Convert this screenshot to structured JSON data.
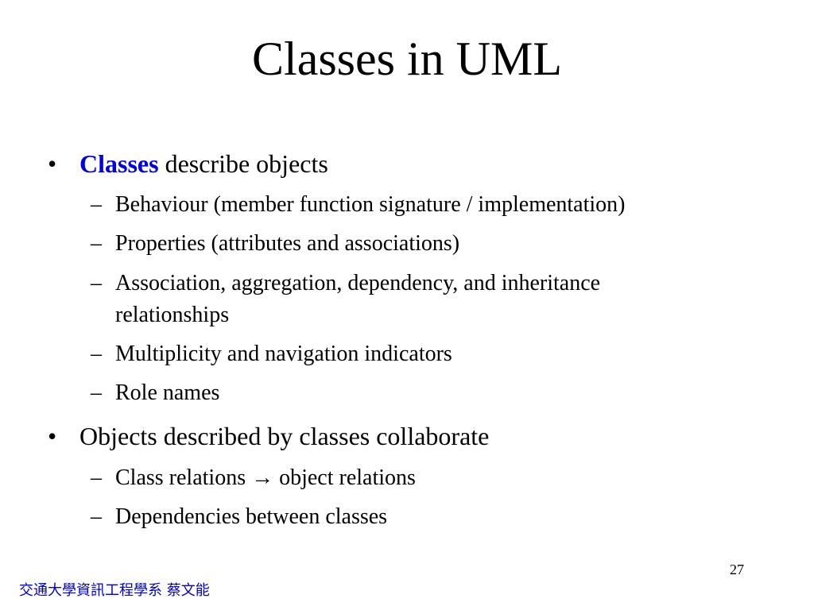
{
  "slide": {
    "title": "Classes in UML",
    "bullets": [
      {
        "emphasis": "Classes",
        "text": " describe objects",
        "subitems": [
          "Behaviour (member function signature / implementation)",
          "Properties (attributes and associations)",
          "Association, aggregation, dependency, and inheritance relationships",
          "Multiplicity and navigation indicators",
          "Role names"
        ]
      },
      {
        "emphasis": "",
        "text": "Objects described by classes collaborate",
        "subitems": [
          "Class relations → object relations",
          "Dependencies between classes"
        ]
      }
    ],
    "bullet_glyph": "•",
    "dash_glyph": "–",
    "page_number": "27",
    "footer": "交通大學資訊工程學系 蔡文能",
    "colors": {
      "emphasis": "#0000e6",
      "footer": "#0000cc"
    }
  }
}
